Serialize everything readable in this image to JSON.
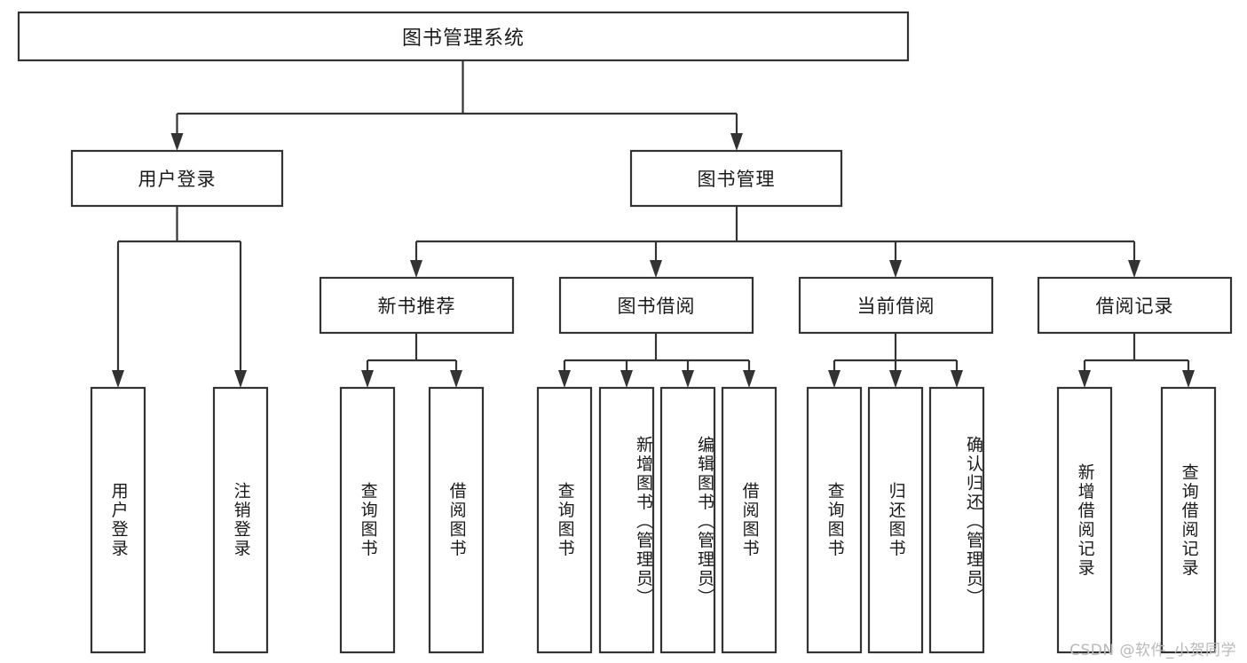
{
  "diagram": {
    "type": "hierarchy-tree",
    "title": "图书管理系统",
    "watermark": "CSDN @软件_小贺同学",
    "colors": {
      "stroke": "#333333",
      "box_fill": "#ffffff",
      "text": "#1a1a1a",
      "watermark": "#b9b9b9",
      "background": "#ffffff"
    },
    "levels": [
      {
        "level": 1,
        "nodes": [
          {
            "id": "root",
            "label": "图书管理系统"
          }
        ]
      },
      {
        "level": 2,
        "nodes": [
          {
            "id": "login",
            "label": "用户登录",
            "parent": "root"
          },
          {
            "id": "bookmgr",
            "label": "图书管理",
            "parent": "root"
          }
        ]
      },
      {
        "level": 3,
        "nodes": [
          {
            "id": "newbook",
            "label": "新书推荐",
            "parent": "bookmgr"
          },
          {
            "id": "borrow",
            "label": "图书借阅",
            "parent": "bookmgr"
          },
          {
            "id": "current",
            "label": "当前借阅",
            "parent": "bookmgr"
          },
          {
            "id": "record",
            "label": "借阅记录",
            "parent": "bookmgr"
          }
        ]
      },
      {
        "level": 4,
        "nodes": [
          {
            "id": "leaf1",
            "label": "用户登录",
            "parent": "login"
          },
          {
            "id": "leaf2",
            "label": "注销登录",
            "parent": "login"
          },
          {
            "id": "leaf3",
            "label": "查询图书",
            "parent": "newbook"
          },
          {
            "id": "leaf4",
            "label": "借阅图书",
            "parent": "newbook"
          },
          {
            "id": "leaf5",
            "label": "查询图书",
            "parent": "borrow"
          },
          {
            "id": "leaf6",
            "label": "新增图书（管理员）",
            "parent": "borrow"
          },
          {
            "id": "leaf7",
            "label": "编辑图书（管理员）",
            "parent": "borrow"
          },
          {
            "id": "leaf8",
            "label": "借阅图书",
            "parent": "borrow"
          },
          {
            "id": "leaf9",
            "label": "查询图书",
            "parent": "current"
          },
          {
            "id": "leaf10",
            "label": "归还图书",
            "parent": "current"
          },
          {
            "id": "leaf11",
            "label": "确认归还（管理员）",
            "parent": "current"
          },
          {
            "id": "leaf12",
            "label": "新增借阅记录",
            "parent": "record"
          },
          {
            "id": "leaf13",
            "label": "查询借阅记录",
            "parent": "record"
          }
        ]
      }
    ]
  },
  "labels": {
    "root": "图书管理系统",
    "login": "用户登录",
    "bookmgr": "图书管理",
    "newbook": "新书推荐",
    "borrow": "图书借阅",
    "current": "当前借阅",
    "record": "借阅记录",
    "leaf1": "用户登录",
    "leaf2": "注销登录",
    "leaf3": "查询图书",
    "leaf4": "借阅图书",
    "leaf5": "查询图书",
    "leaf6": "新增图书（管理员）",
    "leaf7": "编辑图书（管理员）",
    "leaf8": "借阅图书",
    "leaf9": "查询图书",
    "leaf10": "归还图书",
    "leaf11": "确认归还（管理员）",
    "leaf12": "新增借阅记录",
    "leaf13": "查询借阅记录"
  },
  "watermark": {
    "text": "CSDN @软件_小贺同学"
  }
}
